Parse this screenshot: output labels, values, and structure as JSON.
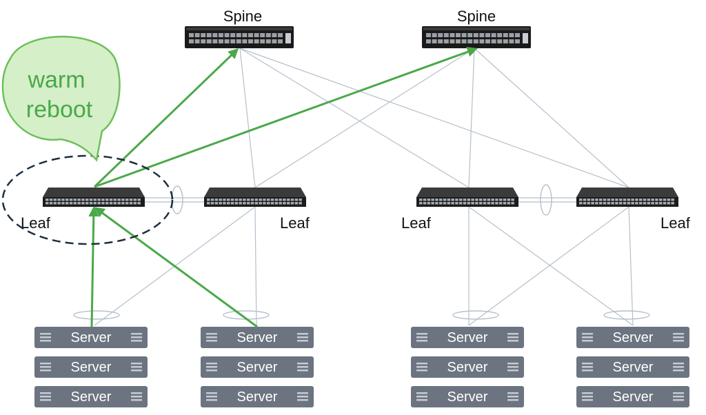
{
  "labels": {
    "spine_left": "Spine",
    "spine_right": "Spine",
    "leaf_1": "Leaf",
    "leaf_2": "Leaf",
    "leaf_3": "Leaf",
    "leaf_4": "Leaf",
    "callout": [
      "warm",
      "reboot"
    ]
  },
  "server_label": "Server",
  "colors": {
    "link": "#b4bfcb",
    "highlight": "#4aa84a",
    "callout_fill": "#d5efc8",
    "callout_stroke": "#6cc05a",
    "callout_text": "#4aa84a",
    "server_fill": "#6b7480",
    "device": "#222222",
    "dashed_circle": "#1e2d3d"
  }
}
